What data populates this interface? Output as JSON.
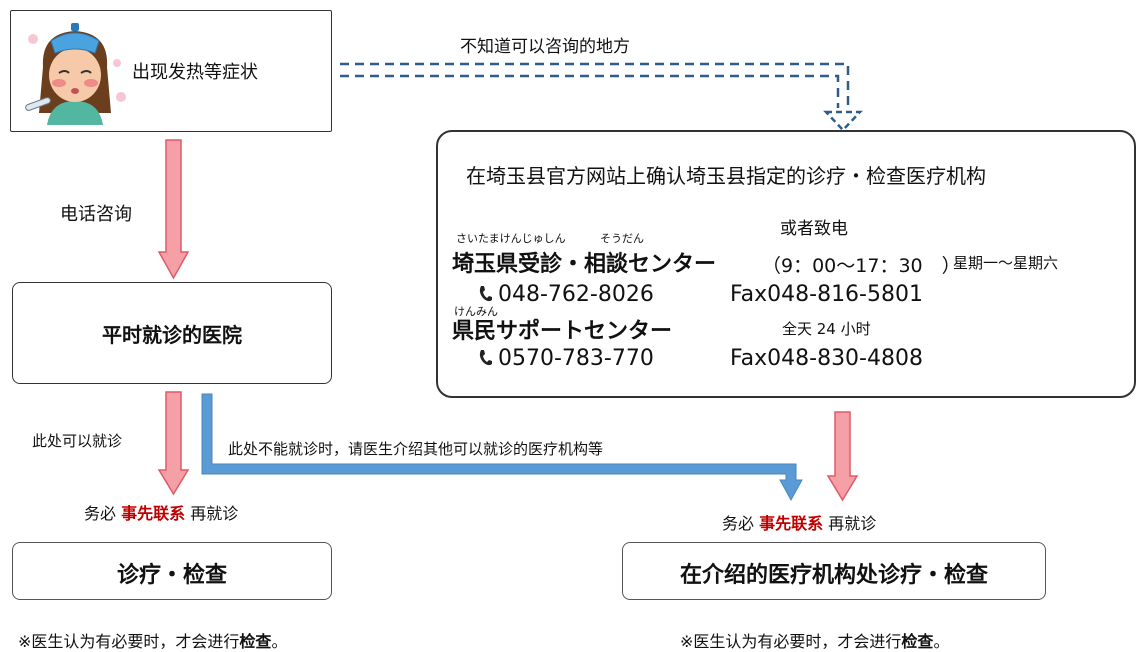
{
  "symptom_box": {
    "text": "出现发热等症状"
  },
  "illustration": {
    "icon": "sick-person-with-ice-pack"
  },
  "edges": {
    "phone_consult": "电话咨询",
    "unknown_where": "不知道可以咨询的地方",
    "can_visit_here": "此处可以就诊",
    "cannot_visit_here": "此处不能就诊时，请医生介绍其他可以就诊的医疗机构等"
  },
  "regular_clinic": {
    "text": "平时就诊的医院"
  },
  "confirm_box": {
    "title": "在埼玉县官方网站上确认埼玉县指定的诊疗・检查医疗机构",
    "or_call": "或者致电",
    "center1": {
      "ruby_a": "さいたまけんじゅしん",
      "ruby_b": "そうだん",
      "name": "埼玉県受診・相談センター",
      "hours": "（9：00～17：30　）",
      "days": "星期一～星期六",
      "tel": "048-762-8026",
      "fax": "Fax048-816-5801"
    },
    "center2": {
      "ruby": "けんみん",
      "name": "県民サポートセンター",
      "hours": "全天 24 小时",
      "tel": "0570-783-770",
      "fax": "Fax048-830-4808"
    }
  },
  "contact_notice": {
    "prefix": "务必",
    "emphasis": "事先联系",
    "suffix": "再就诊"
  },
  "exam_left": {
    "text": "诊疗・检查"
  },
  "exam_right": {
    "text": "在介绍的医疗机构处诊疗・检查"
  },
  "note": {
    "prefix": "※医生认为有必要时，才会进行",
    "emphasis": "检查",
    "suffix": "。"
  },
  "colors": {
    "pink_arrow_fill": "#f4a0a6",
    "pink_arrow_stroke": "#e05a68",
    "blue_arrow": "#5b9bd5",
    "dashed_arrow": "#2f5d8a",
    "emphasis_red": "#c00000"
  }
}
